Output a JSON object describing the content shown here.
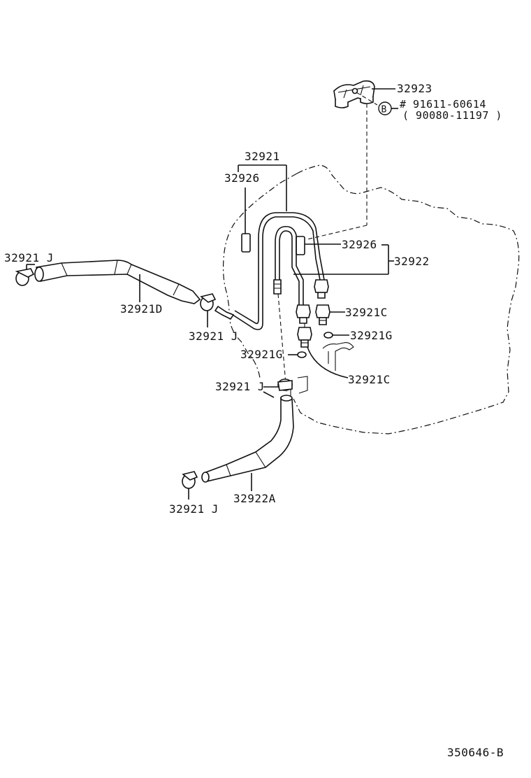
{
  "labels": {
    "p32923": "32923",
    "bolt_num": "# 91611-60614",
    "bolt_alt": "( 90080-11197 )",
    "circle_b": "B",
    "p32921": "32921",
    "p32926_top": "32926",
    "p32926_right": "32926",
    "p32922": "32922",
    "p32921j_left": "32921 J",
    "p32921d": "32921D",
    "p32921j_mid": "32921 J",
    "p32921c_upper": "32921C",
    "p32921g_right": "32921G",
    "p32921g_left": "32921G",
    "p32921c_lower": "32921C",
    "p32921j_center": "32921 J",
    "p32921j_bottom": "32921 J",
    "p32922a": "32922A",
    "figure_code": "350646-B"
  }
}
